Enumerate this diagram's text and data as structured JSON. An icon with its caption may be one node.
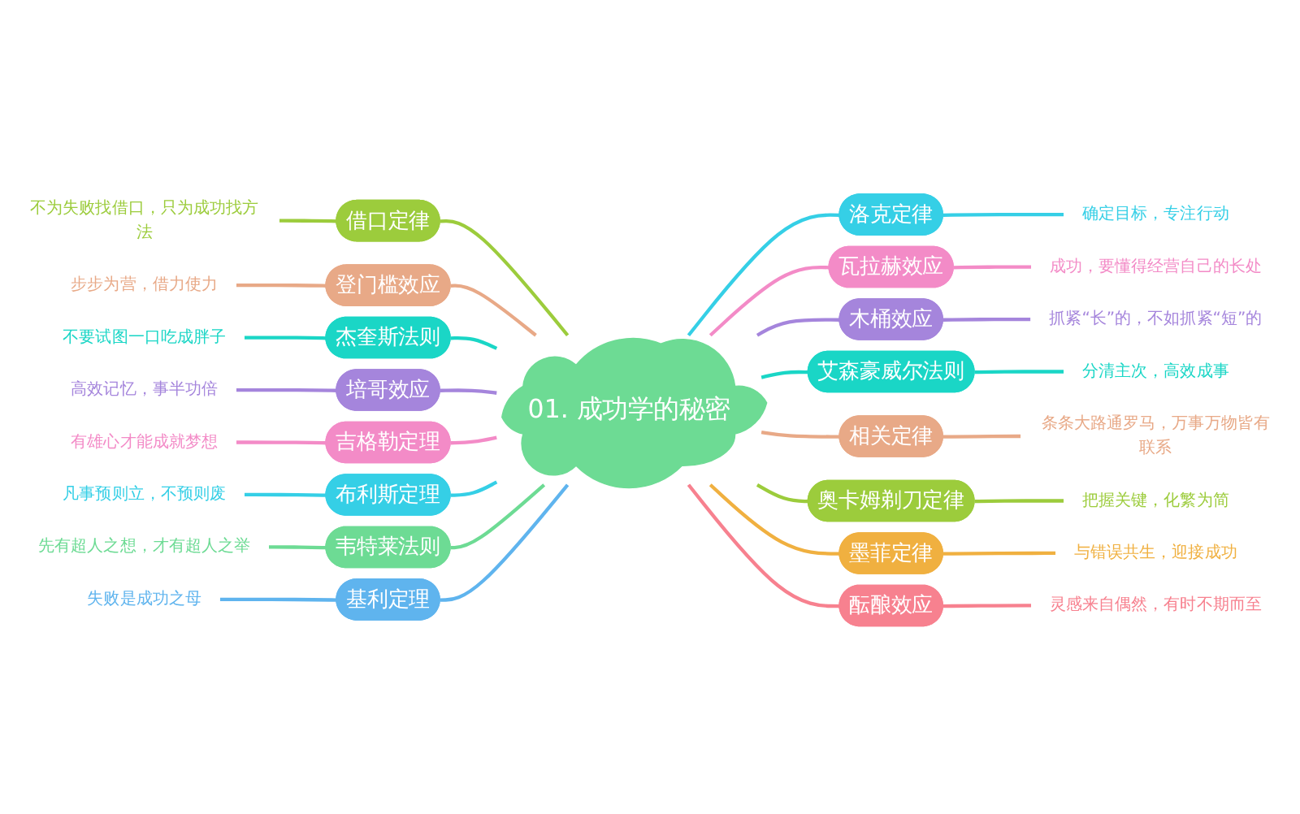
{
  "diagram": {
    "nodes": [
      {
        "text": [
          "01. 成功学的秘密"
        ]
      },
      {
        "text": [
          "借口定律"
        ]
      },
      {
        "text": [
          "不为失败找借口，只为成功找方法"
        ]
      },
      {
        "text": [
          "登门槛效应"
        ]
      },
      {
        "text": [
          "步步为营，借力使力"
        ]
      },
      {
        "text": [
          "杰奎斯法则"
        ]
      },
      {
        "text": [
          "不要试图一口吃成胖子"
        ]
      },
      {
        "text": [
          "培哥效应"
        ]
      },
      {
        "text": [
          "高效记忆，事半功倍"
        ]
      },
      {
        "text": [
          "吉格勒定理"
        ]
      },
      {
        "text": [
          "有雄心才能成就梦想"
        ]
      },
      {
        "text": [
          "布利斯定理"
        ]
      },
      {
        "text": [
          "凡事预则立，不预则废"
        ]
      },
      {
        "text": [
          "韦特莱法则"
        ]
      },
      {
        "text": [
          "先有超人之想，才有超人之举"
        ]
      },
      {
        "text": [
          "基利定理"
        ]
      },
      {
        "text": [
          "失败是成功之母"
        ]
      },
      {
        "text": [
          "洛克定律"
        ]
      },
      {
        "text": [
          "确定目标，专注行动"
        ]
      },
      {
        "text": [
          "瓦拉赫效应"
        ]
      },
      {
        "text": [
          "成功，要懂得经营自己的长处"
        ]
      },
      {
        "text": [
          "木桶效应"
        ]
      },
      {
        "text": [
          "抓紧“长”的，不如抓紧“短”的"
        ]
      },
      {
        "text": [
          "艾森豪威尔法则"
        ]
      },
      {
        "text": [
          "分清主次，高效成事"
        ]
      },
      {
        "text": [
          "相关定律"
        ]
      },
      {
        "text": [
          "条条大路通罗马，万事万物皆有联系"
        ]
      },
      {
        "text": [
          "奥卡姆剃刀定律"
        ]
      },
      {
        "text": [
          "把握关键，化繁为简"
        ]
      },
      {
        "text": [
          "墨菲定律"
        ]
      },
      {
        "text": [
          "与错误共生，迎接成功"
        ]
      },
      {
        "text": [
          "酝酿效应"
        ]
      },
      {
        "text": [
          "灵感来自偶然，有时不期而至"
        ]
      }
    ],
    "edges": [
      {
        "from": 2,
        "to": 1,
        "arrow": "none",
        "color": "#9ccc3c"
      },
      {
        "from": 1,
        "to": 0,
        "arrow": "none",
        "color": "#9ccc3c"
      },
      {
        "from": 4,
        "to": 3,
        "arrow": "none",
        "color": "#e8a987"
      },
      {
        "from": 3,
        "to": 0,
        "arrow": "none",
        "color": "#e8a987"
      },
      {
        "from": 6,
        "to": 5,
        "arrow": "none",
        "color": "#1ad6c6"
      },
      {
        "from": 5,
        "to": 0,
        "arrow": "none",
        "color": "#1ad6c6"
      },
      {
        "from": 8,
        "to": 7,
        "arrow": "none",
        "color": "#a585dc"
      },
      {
        "from": 7,
        "to": 0,
        "arrow": "none",
        "color": "#a585dc"
      },
      {
        "from": 10,
        "to": 9,
        "arrow": "none",
        "color": "#f38bc7"
      },
      {
        "from": 9,
        "to": 0,
        "arrow": "none",
        "color": "#f38bc7"
      },
      {
        "from": 12,
        "to": 11,
        "arrow": "none",
        "color": "#35cfe6"
      },
      {
        "from": 11,
        "to": 0,
        "arrow": "none",
        "color": "#35cfe6"
      },
      {
        "from": 14,
        "to": 13,
        "arrow": "none",
        "color": "#6ddb94"
      },
      {
        "from": 13,
        "to": 0,
        "arrow": "none",
        "color": "#6ddb94"
      },
      {
        "from": 16,
        "to": 15,
        "arrow": "none",
        "color": "#5fb4ee"
      },
      {
        "from": 15,
        "to": 0,
        "arrow": "none",
        "color": "#5fb4ee"
      },
      {
        "from": 0,
        "to": 17,
        "arrow": "none",
        "color": "#35cfe6"
      },
      {
        "from": 17,
        "to": 18,
        "arrow": "none",
        "color": "#35cfe6"
      },
      {
        "from": 0,
        "to": 19,
        "arrow": "none",
        "color": "#f38bc7"
      },
      {
        "from": 19,
        "to": 20,
        "arrow": "none",
        "color": "#f38bc7"
      },
      {
        "from": 0,
        "to": 21,
        "arrow": "none",
        "color": "#a585dc"
      },
      {
        "from": 21,
        "to": 22,
        "arrow": "none",
        "color": "#a585dc"
      },
      {
        "from": 0,
        "to": 23,
        "arrow": "none",
        "color": "#1ad6c6"
      },
      {
        "from": 23,
        "to": 24,
        "arrow": "none",
        "color": "#1ad6c6"
      },
      {
        "from": 0,
        "to": 25,
        "arrow": "none",
        "color": "#e8a987"
      },
      {
        "from": 25,
        "to": 26,
        "arrow": "none",
        "color": "#e8a987"
      },
      {
        "from": 0,
        "to": 27,
        "arrow": "none",
        "color": "#9ccc3c"
      },
      {
        "from": 27,
        "to": 28,
        "arrow": "none",
        "color": "#9ccc3c"
      },
      {
        "from": 0,
        "to": 29,
        "arrow": "none",
        "color": "#f0b040"
      },
      {
        "from": 29,
        "to": 30,
        "arrow": "none",
        "color": "#f0b040"
      },
      {
        "from": 0,
        "to": 31,
        "arrow": "none",
        "color": "#f7818f"
      },
      {
        "from": 31,
        "to": 32,
        "arrow": "none",
        "color": "#f7818f"
      }
    ]
  }
}
